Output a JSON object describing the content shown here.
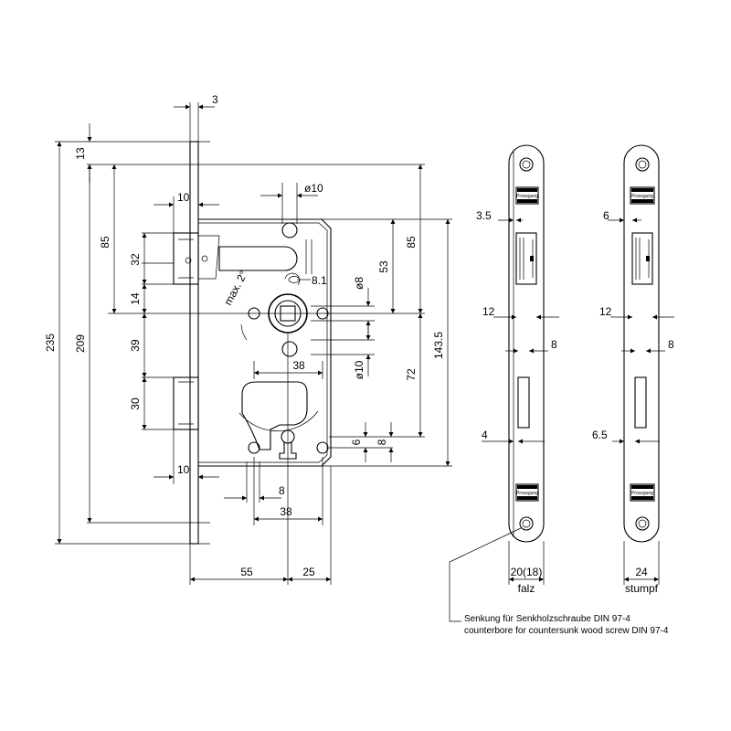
{
  "dimensions": {
    "d3": "3",
    "d13": "13",
    "d235": "235",
    "d209": "209",
    "d85_left": "85",
    "d10_top": "10",
    "d32": "32",
    "d14": "14",
    "d39": "39",
    "d30": "30",
    "d10_bottom": "10",
    "d_dia10_top": "ø10",
    "d_max2": "max. 2°",
    "d8_1": "8.1",
    "d_dia8": "ø8",
    "d53": "53",
    "d85_right": "85",
    "d143_5": "143.5",
    "d38_mid": "38",
    "d_dia10_mid": "ø10",
    "d72": "72",
    "d6": "6",
    "d8_right": "8",
    "d8_bottom": "8",
    "d38_bottom": "38",
    "d55": "55",
    "d25": "25"
  },
  "falz_view": {
    "d3_5": "3.5",
    "d12": "12",
    "d8": "8",
    "d4": "4",
    "d20_18": "20(18)",
    "label": "falz",
    "plate_text": "Prossgung"
  },
  "stumpf_view": {
    "d6": "6",
    "d12": "12",
    "d8": "8",
    "d6_5": "6.5",
    "d24": "24",
    "label": "stumpf",
    "plate_text": "Prossgung"
  },
  "note": {
    "line_de": "Senkung für Senkholzschraube DIN 97-4",
    "line_en": "counterbore for countersunk wood screw DIN 97-4"
  }
}
